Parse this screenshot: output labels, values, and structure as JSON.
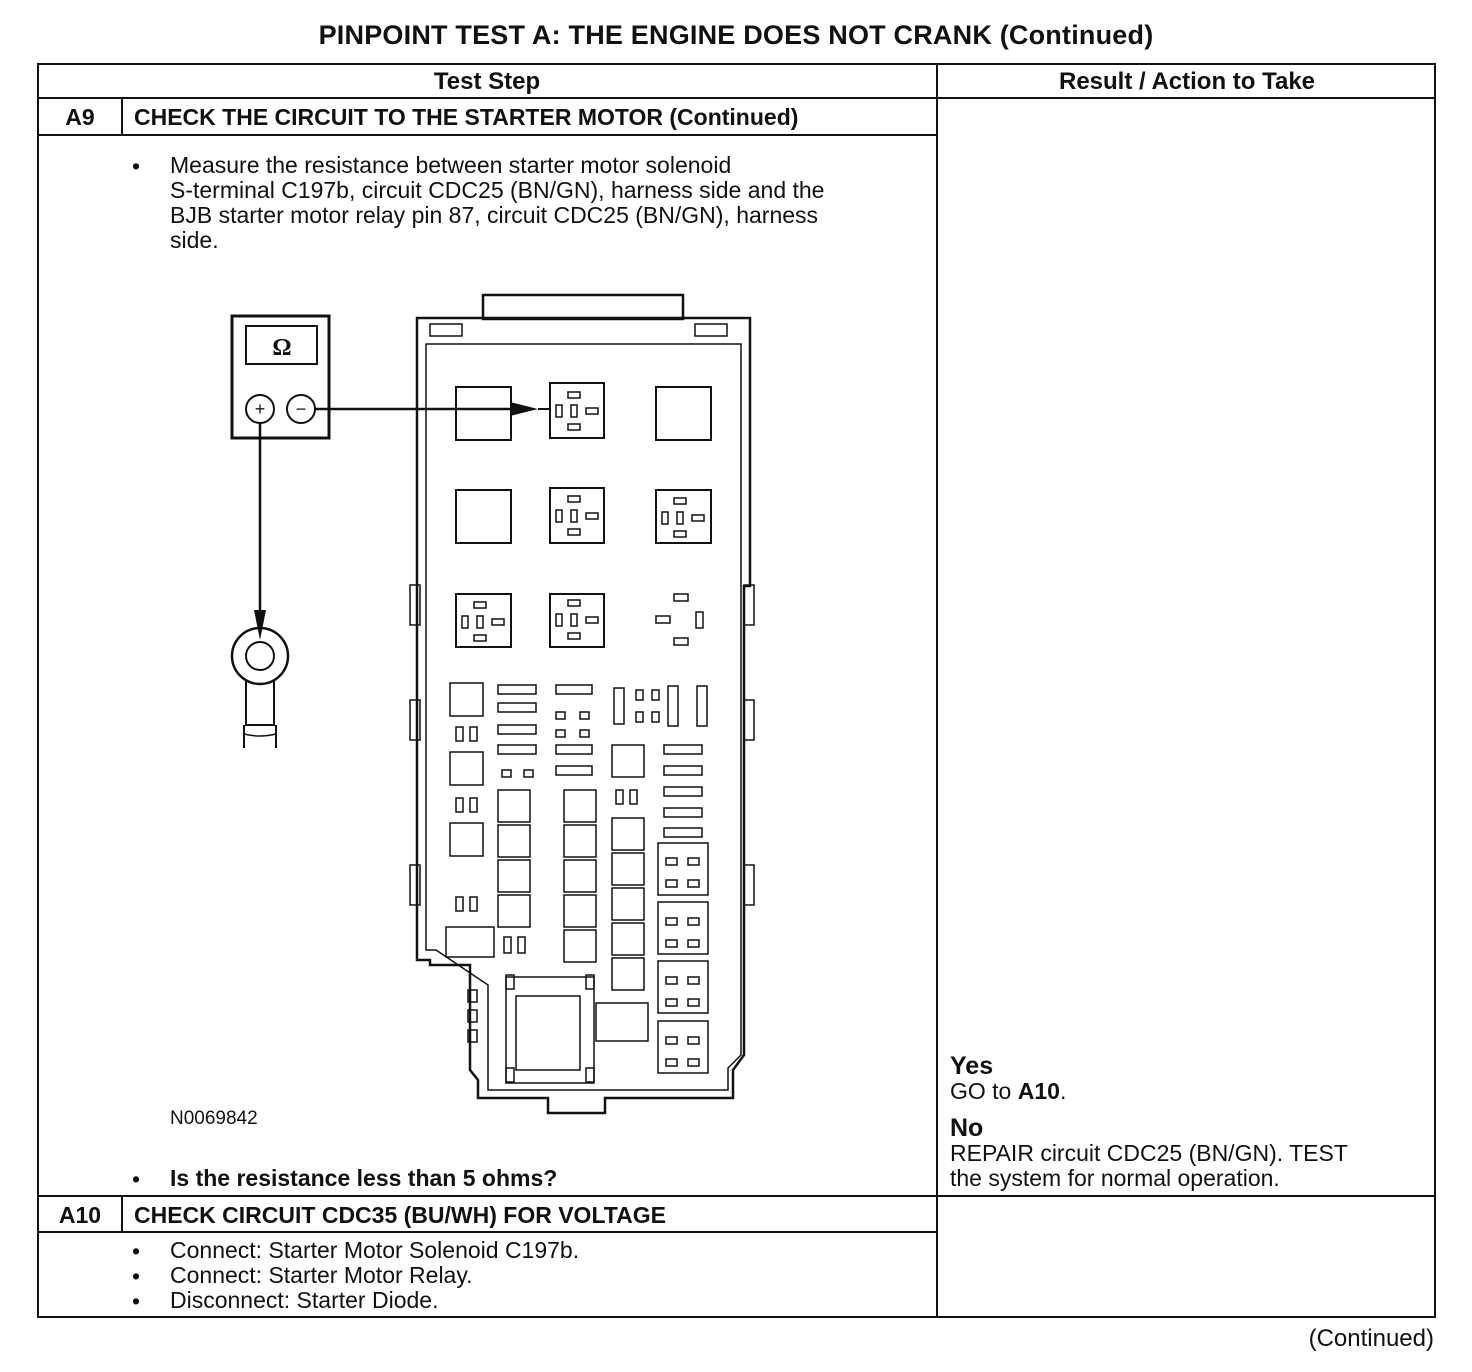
{
  "title": "PINPOINT TEST A: THE ENGINE DOES NOT CRANK (Continued)",
  "table": {
    "header_test_step": "Test Step",
    "header_result": "Result / Action to Take"
  },
  "step_a9": {
    "id": "A9",
    "title": "CHECK THE CIRCUIT TO THE STARTER MOTOR (Continued)",
    "instruction": [
      "Measure the resistance between starter motor solenoid",
      "S-terminal C197b, circuit CDC25 (BN/GN), harness side and the",
      "BJB starter motor relay pin 87, circuit CDC25 (BN/GN), harness",
      "side."
    ],
    "figure_id": "N0069842",
    "question": "Is the resistance less than 5 ohms?",
    "meter_symbol": "Ω",
    "plus_symbol": "+",
    "minus_symbol": "−"
  },
  "result_a9": {
    "yes_label": "Yes",
    "yes_prefix": "GO to ",
    "yes_target": "A10",
    "yes_suffix": ".",
    "no_label": "No",
    "no_line1": "REPAIR circuit CDC25 (BN/GN). TEST",
    "no_line2": "the system for normal operation."
  },
  "step_a10": {
    "id": "A10",
    "title": "CHECK CIRCUIT CDC35 (BU/WH) FOR VOLTAGE",
    "bullets": [
      "Connect: Starter Motor Solenoid C197b.",
      "Connect: Starter Motor Relay.",
      "Disconnect: Starter Diode."
    ]
  },
  "footer": {
    "continued": "(Continued)"
  }
}
